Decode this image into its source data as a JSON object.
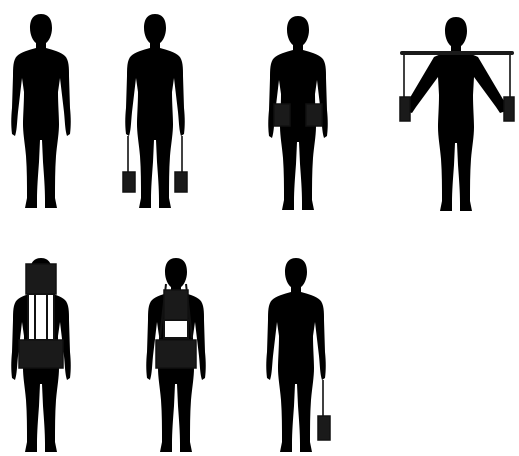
{
  "figure": {
    "background": "#ffffff",
    "ink_color": "#111111",
    "fill_color": "#1a1a1a",
    "rows": [
      {
        "panels": [
          "no-load",
          "hand-weights-hanging",
          "side-weights-at-hips",
          "shoulder-bar-with-hanging-weights"
        ]
      },
      {
        "panels": [
          "backpack-frame-front",
          "backpack-frame-rear",
          "single-hand-weight"
        ]
      }
    ]
  }
}
